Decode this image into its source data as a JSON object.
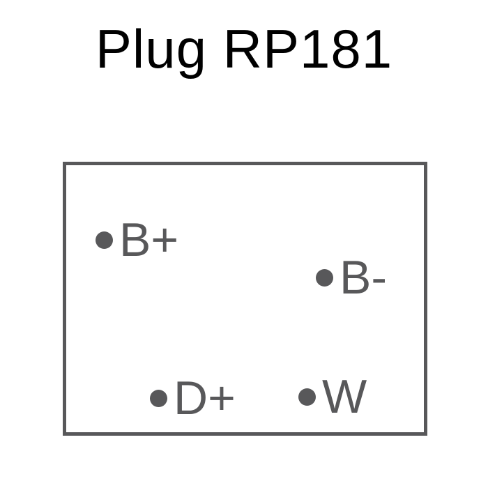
{
  "title": "Plug RP181",
  "colors": {
    "title_text": "#000000",
    "diagram_gray": "#58585a",
    "background": "#ffffff"
  },
  "pins": [
    {
      "label": "B+"
    },
    {
      "label": "B-"
    },
    {
      "label": "D+"
    },
    {
      "label": "W"
    }
  ]
}
